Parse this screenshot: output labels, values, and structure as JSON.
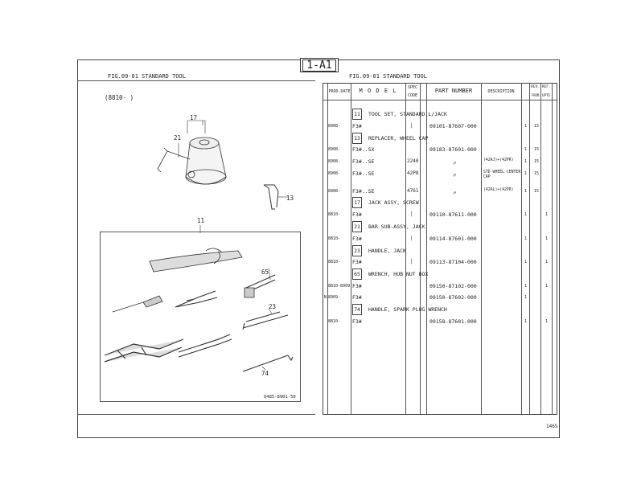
{
  "figure_tag": "1-A1",
  "left_title": "FIG.09-01 STANDARD TOOL",
  "right_title": "FIG.09-01 STANDARD TOOL",
  "date_range": "(8810-     )",
  "image_code": "Q485-8901-50",
  "page_number": "1465",
  "callouts": {
    "c17": "17",
    "c21": "21",
    "c13": "13",
    "c11": "11",
    "c65": "65",
    "c23": "23",
    "c74": "74"
  },
  "headers": {
    "prod_date": "PROD.DATE",
    "model": "M O D E L",
    "spec_code_1": "SPEC",
    "spec_code_2": "CODE",
    "part_number": "PART NUMBER",
    "description": "DESCRIPTION",
    "rev_ref": "REV. REF.",
    "from": "FROM",
    "upto": "UPTO"
  },
  "groups": [
    {
      "no": "11",
      "name": "TOOL SET, STANDARD L/JACK"
    },
    {
      "no": "13",
      "name": "REPLACER, WHEEL CAP"
    },
    {
      "no": "17",
      "name": "JACK ASSY, SCREW"
    },
    {
      "no": "21",
      "name": "BAR SUB-ASSY, JACK"
    },
    {
      "no": "23",
      "name": "HANDLE, JACK"
    },
    {
      "no": "65",
      "name": "WRENCH, HUB NUT BOX"
    },
    {
      "no": "74",
      "name": "HANDLE, SPARK PLUG WRENCH"
    }
  ],
  "rows": [
    {
      "mark": "",
      "date": "8908-",
      "model": "F3#",
      "spec": "|",
      "pn": "09101-87607-000",
      "desc": "",
      "qty": "1",
      "from": "15",
      "upto": ""
    },
    {
      "mark": "",
      "date": "8908-",
      "model": "F3#..SX",
      "spec": "",
      "pn": "09183-87601-000",
      "desc": "",
      "qty": "1",
      "from": "15",
      "upto": ""
    },
    {
      "mark": "",
      "date": "8908-",
      "model": "F3#..SE",
      "spec": "2240",
      "pn": "〃",
      "desc": "(42AJ)+(42PR)",
      "qty": "1",
      "from": "15",
      "upto": ""
    },
    {
      "mark": "",
      "date": "8908-",
      "model": "F3#..SE",
      "spec": "42P8",
      "pn": "〃",
      "desc": "STD WHEEL CENTER CAP",
      "qty": "1",
      "from": "15",
      "upto": ""
    },
    {
      "mark": "",
      "date": "8908-",
      "model": "F3#..SE",
      "spec": "4761",
      "pn": "〃",
      "desc": "(42AL)+(42PR)",
      "qty": "1",
      "from": "15",
      "upto": ""
    },
    {
      "mark": "",
      "date": "8810-",
      "model": "F3#",
      "spec": "|",
      "pn": "09110-87611-000",
      "desc": "",
      "qty": "1",
      "from": "1",
      "upto": ""
    },
    {
      "mark": "",
      "date": "8810-",
      "model": "F3#",
      "spec": "|",
      "pn": "09114-87601-000",
      "desc": "",
      "qty": "1",
      "from": "1",
      "upto": ""
    },
    {
      "mark": "",
      "date": "8810-",
      "model": "F3#",
      "spec": "|",
      "pn": "09113-87104-000",
      "desc": "",
      "qty": "1",
      "from": "1",
      "upto": ""
    },
    {
      "mark": "",
      "date": "8810-8909",
      "model": "F3#",
      "spec": "",
      "pn": "09150-87102-000",
      "desc": "",
      "qty": "1",
      "from": "1",
      "upto": ""
    },
    {
      "mark": "N",
      "date": "8909-",
      "model": "F3#",
      "spec": "",
      "pn": "09150-87602-000",
      "desc": "",
      "qty": "1",
      "from": "",
      "upto": ""
    },
    {
      "mark": "",
      "date": "8810-",
      "model": "F3#",
      "spec": "",
      "pn": "09158-87601-000",
      "desc": "",
      "qty": "1",
      "from": "1",
      "upto": ""
    }
  ]
}
